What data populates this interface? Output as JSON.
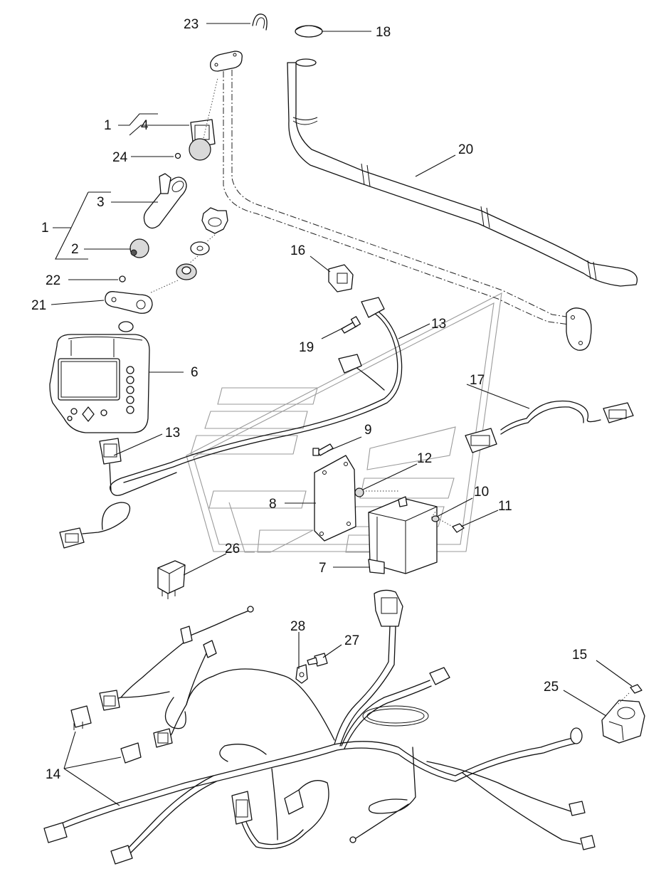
{
  "callouts": {
    "c1a": "1",
    "c1b": "1",
    "c2": "2",
    "c3": "3",
    "c4": "4",
    "c6": "6",
    "c7": "7",
    "c8": "8",
    "c9": "9",
    "c10": "10",
    "c11": "11",
    "c12": "12",
    "c13a": "13",
    "c13b": "13",
    "c14": "14",
    "c15": "15",
    "c16": "16",
    "c17": "17",
    "c18": "18",
    "c19": "19",
    "c20": "20",
    "c21": "21",
    "c22": "22",
    "c23": "23",
    "c24": "24",
    "c25": "25",
    "c26": "26",
    "c27": "27",
    "c28": "28"
  }
}
